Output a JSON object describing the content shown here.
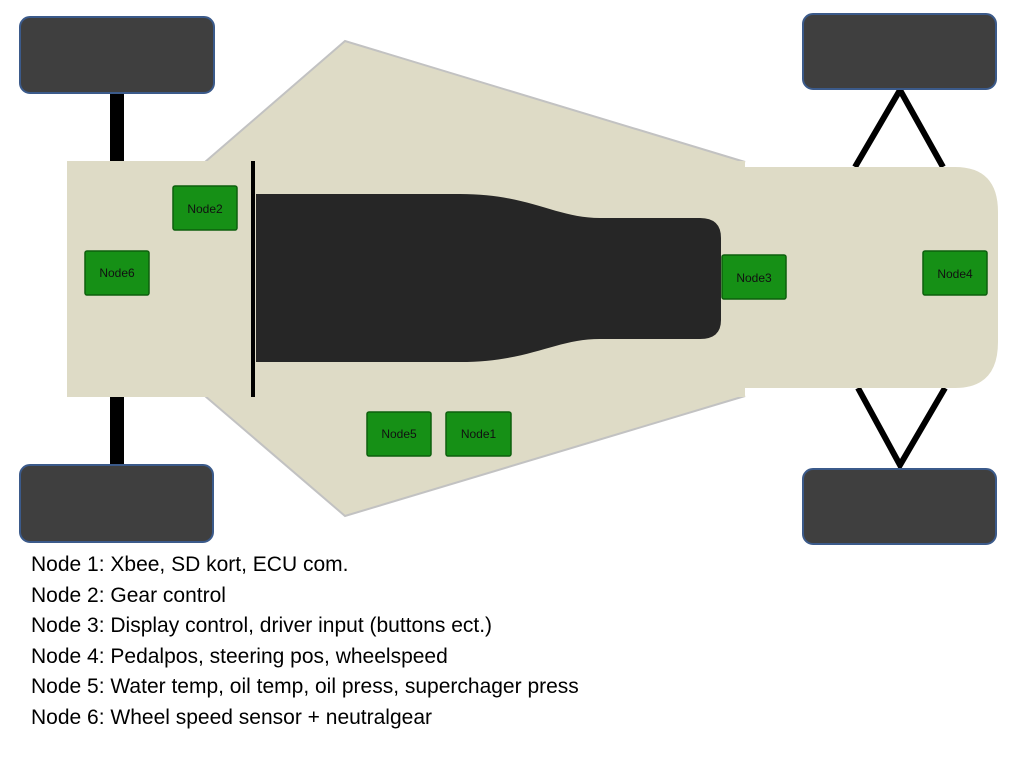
{
  "colors": {
    "chassis_fill": "#dedbc6",
    "chassis_stroke": "#c2c2c2",
    "cockpit_fill": "#262626",
    "wheel_fill": "#3f3f3f",
    "wheel_stroke": "#3b5a8a",
    "node_fill": "#169016",
    "node_border": "#0d5f0d",
    "axle_line": "#000000"
  },
  "nodes": [
    {
      "id": "node1",
      "label": "Node1"
    },
    {
      "id": "node2",
      "label": "Node2"
    },
    {
      "id": "node3",
      "label": "Node3"
    },
    {
      "id": "node4",
      "label": "Node4"
    },
    {
      "id": "node5",
      "label": "Node5"
    },
    {
      "id": "node6",
      "label": "Node6"
    }
  ],
  "legend": [
    "Node 1: Xbee, SD kort, ECU com.",
    "Node 2: Gear control",
    "Node 3: Display control, driver input (buttons ect.)",
    "Node 4: Pedalpos, steering pos, wheelspeed",
    "Node 5: Water temp, oil temp, oil press, superchager press",
    "Node 6: Wheel speed sensor + neutralgear"
  ]
}
